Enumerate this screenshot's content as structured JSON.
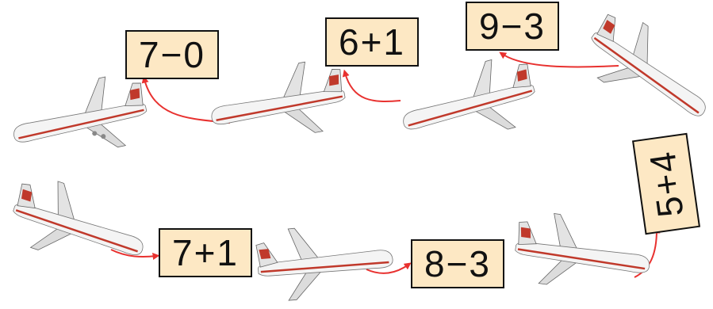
{
  "cards": {
    "c1": "7−0",
    "c2": "6+1",
    "c3": "9−3",
    "c4": "5+4",
    "c5": "7+1",
    "c6": "8−3"
  },
  "colors": {
    "card_fill": "#fde8c4",
    "card_border": "#111111",
    "arrow": "#e8312f",
    "plane_body": "#f4f4f4",
    "plane_stripe": "#c0392b"
  }
}
